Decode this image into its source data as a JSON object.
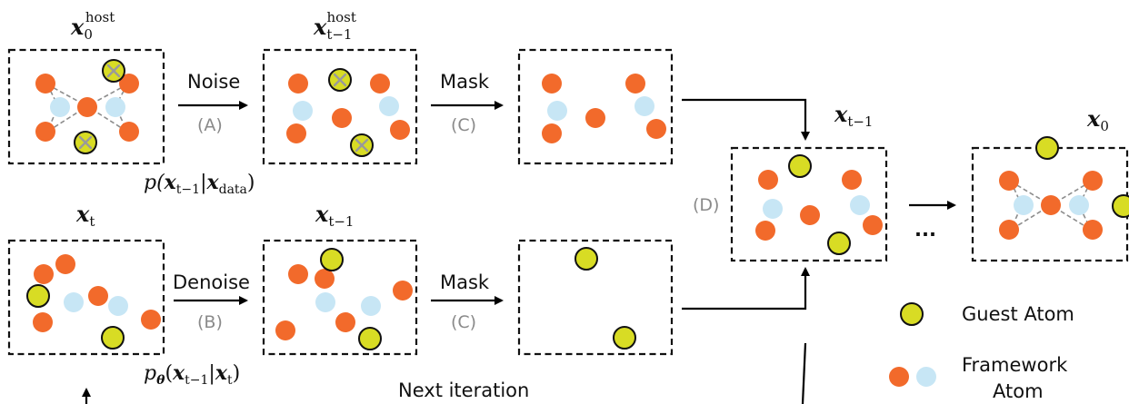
{
  "labels": {
    "x0_host_base": "x",
    "x0_host_sub": "0",
    "x0_host_sup": "host",
    "xtm1_host_base": "x",
    "xtm1_host_sub": "t−1",
    "xtm1_host_sup": "host",
    "xtm1_mid_base": "x",
    "xtm1_mid_sub": "t−1",
    "x0_final_base": "x",
    "x0_final_sub": "0",
    "xt_base": "x",
    "xt_sub": "t",
    "xtm1_bottom_base": "x",
    "xtm1_bottom_sub": "t−1"
  },
  "steps": {
    "noise": "Noise",
    "noise_tag": "(A)",
    "denoise": "Denoise",
    "denoise_tag": "(B)",
    "mask_top": "Mask",
    "mask_top_tag": "(C)",
    "mask_bottom": "Mask",
    "mask_bottom_tag": "(C)",
    "merge_tag": "(D)",
    "ellipsis": "...",
    "next_iteration": "Next iteration"
  },
  "formulas": {
    "forward_p": "p(",
    "forward_x": "x",
    "forward_sub": "t−1",
    "forward_bar": "|",
    "forward_x2": "x",
    "forward_sub2": "data",
    "forward_close": ")",
    "reverse_p": "p",
    "reverse_theta": "θ",
    "reverse_open": "(",
    "reverse_x": "x",
    "reverse_sub": "t−1",
    "reverse_bar": "|",
    "reverse_x2": "x",
    "reverse_sub2": "t",
    "reverse_close": ")"
  },
  "legend": {
    "guest": "Guest Atom",
    "framework_line1": "Framework",
    "framework_line2": "Atom"
  },
  "colors": {
    "framework_orange": "#f26a2b",
    "framework_blue": "#c7e6f5",
    "guest_yellow": "#d8dc24"
  }
}
